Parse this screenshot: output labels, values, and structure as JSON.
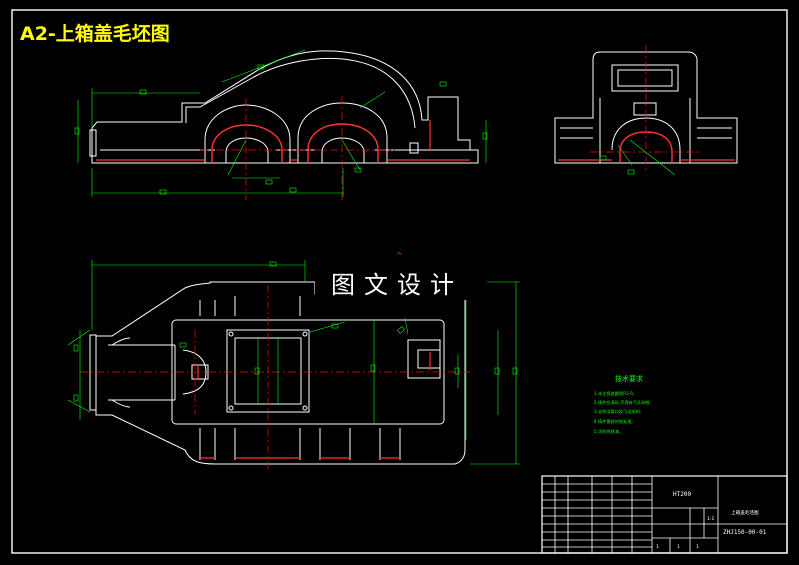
{
  "sheet": {
    "title": "A2-上箱盖毛坯图",
    "watermark": "图文设计"
  },
  "notes": {
    "heading": "技术要求",
    "items": [
      "1.未注铸造圆角R3-5;",
      "2.铸件应清砂,不得有气孔砂眼;",
      "3.去除浇冒口及飞边毛刺;",
      "4.铸件需经时效处理;",
      "5.涂防锈底漆。"
    ]
  },
  "title_block": {
    "material": "HT200",
    "part_name": "上箱盖毛坯图",
    "drawing_number": "ZHJ150-00-01",
    "scale": "1:1",
    "sheet_marks": [
      "1",
      "1",
      "1"
    ]
  },
  "colors": {
    "outline": "#ffffff",
    "dimension": "#00ff00",
    "centerline": "#ff0000",
    "highlight": "#ff3333",
    "title": "#ffff00",
    "accent": "#ff00ff"
  }
}
